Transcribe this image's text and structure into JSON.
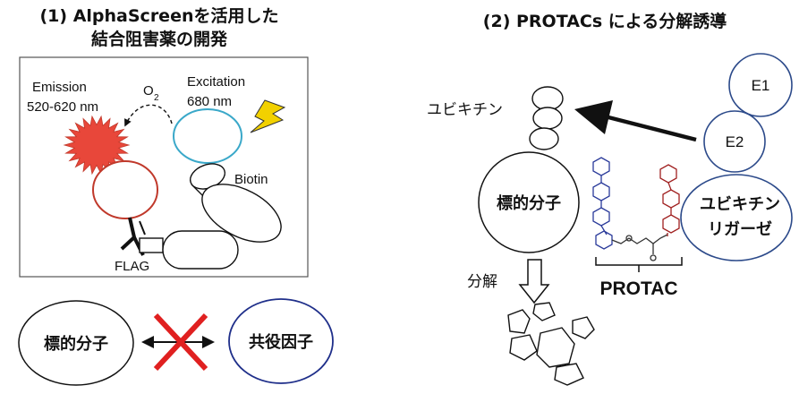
{
  "left": {
    "title_line1": "(1) AlphaScreenを活用した",
    "title_line2": "結合阻害薬の開発",
    "emission_label": "Emission",
    "emission_range": "520-620 nm",
    "oxygen_label": "O",
    "oxygen_sub": "2",
    "excitation_label": "Excitation",
    "excitation_wavelength": "680 nm",
    "biotin_label": "Biotin",
    "flag_label": "FLAG",
    "target_label": "標的分子",
    "partner_label": "共役因子"
  },
  "right": {
    "title": "(2) PROTACs による分解誘導",
    "ubiquitin_label": "ユビキチン",
    "e1_label": "E1",
    "e2_label": "E2",
    "target_label": "標的分子",
    "ligase_line1": "ユビキチン",
    "ligase_line2": "リガーゼ",
    "degradation_label": "分解",
    "protac_label": "PROTAC"
  },
  "colors": {
    "emission_burst": "#e8473a",
    "donor_bead": "#c0392b",
    "acceptor_bead": "#3aa8c9",
    "lightning": "#f2d100",
    "cross": "#e02020",
    "partner_circle": "#1f2f8a",
    "e_circles": "#2c4a8a",
    "molecule_blue": "#2a3a9a",
    "molecule_red": "#a02020"
  }
}
